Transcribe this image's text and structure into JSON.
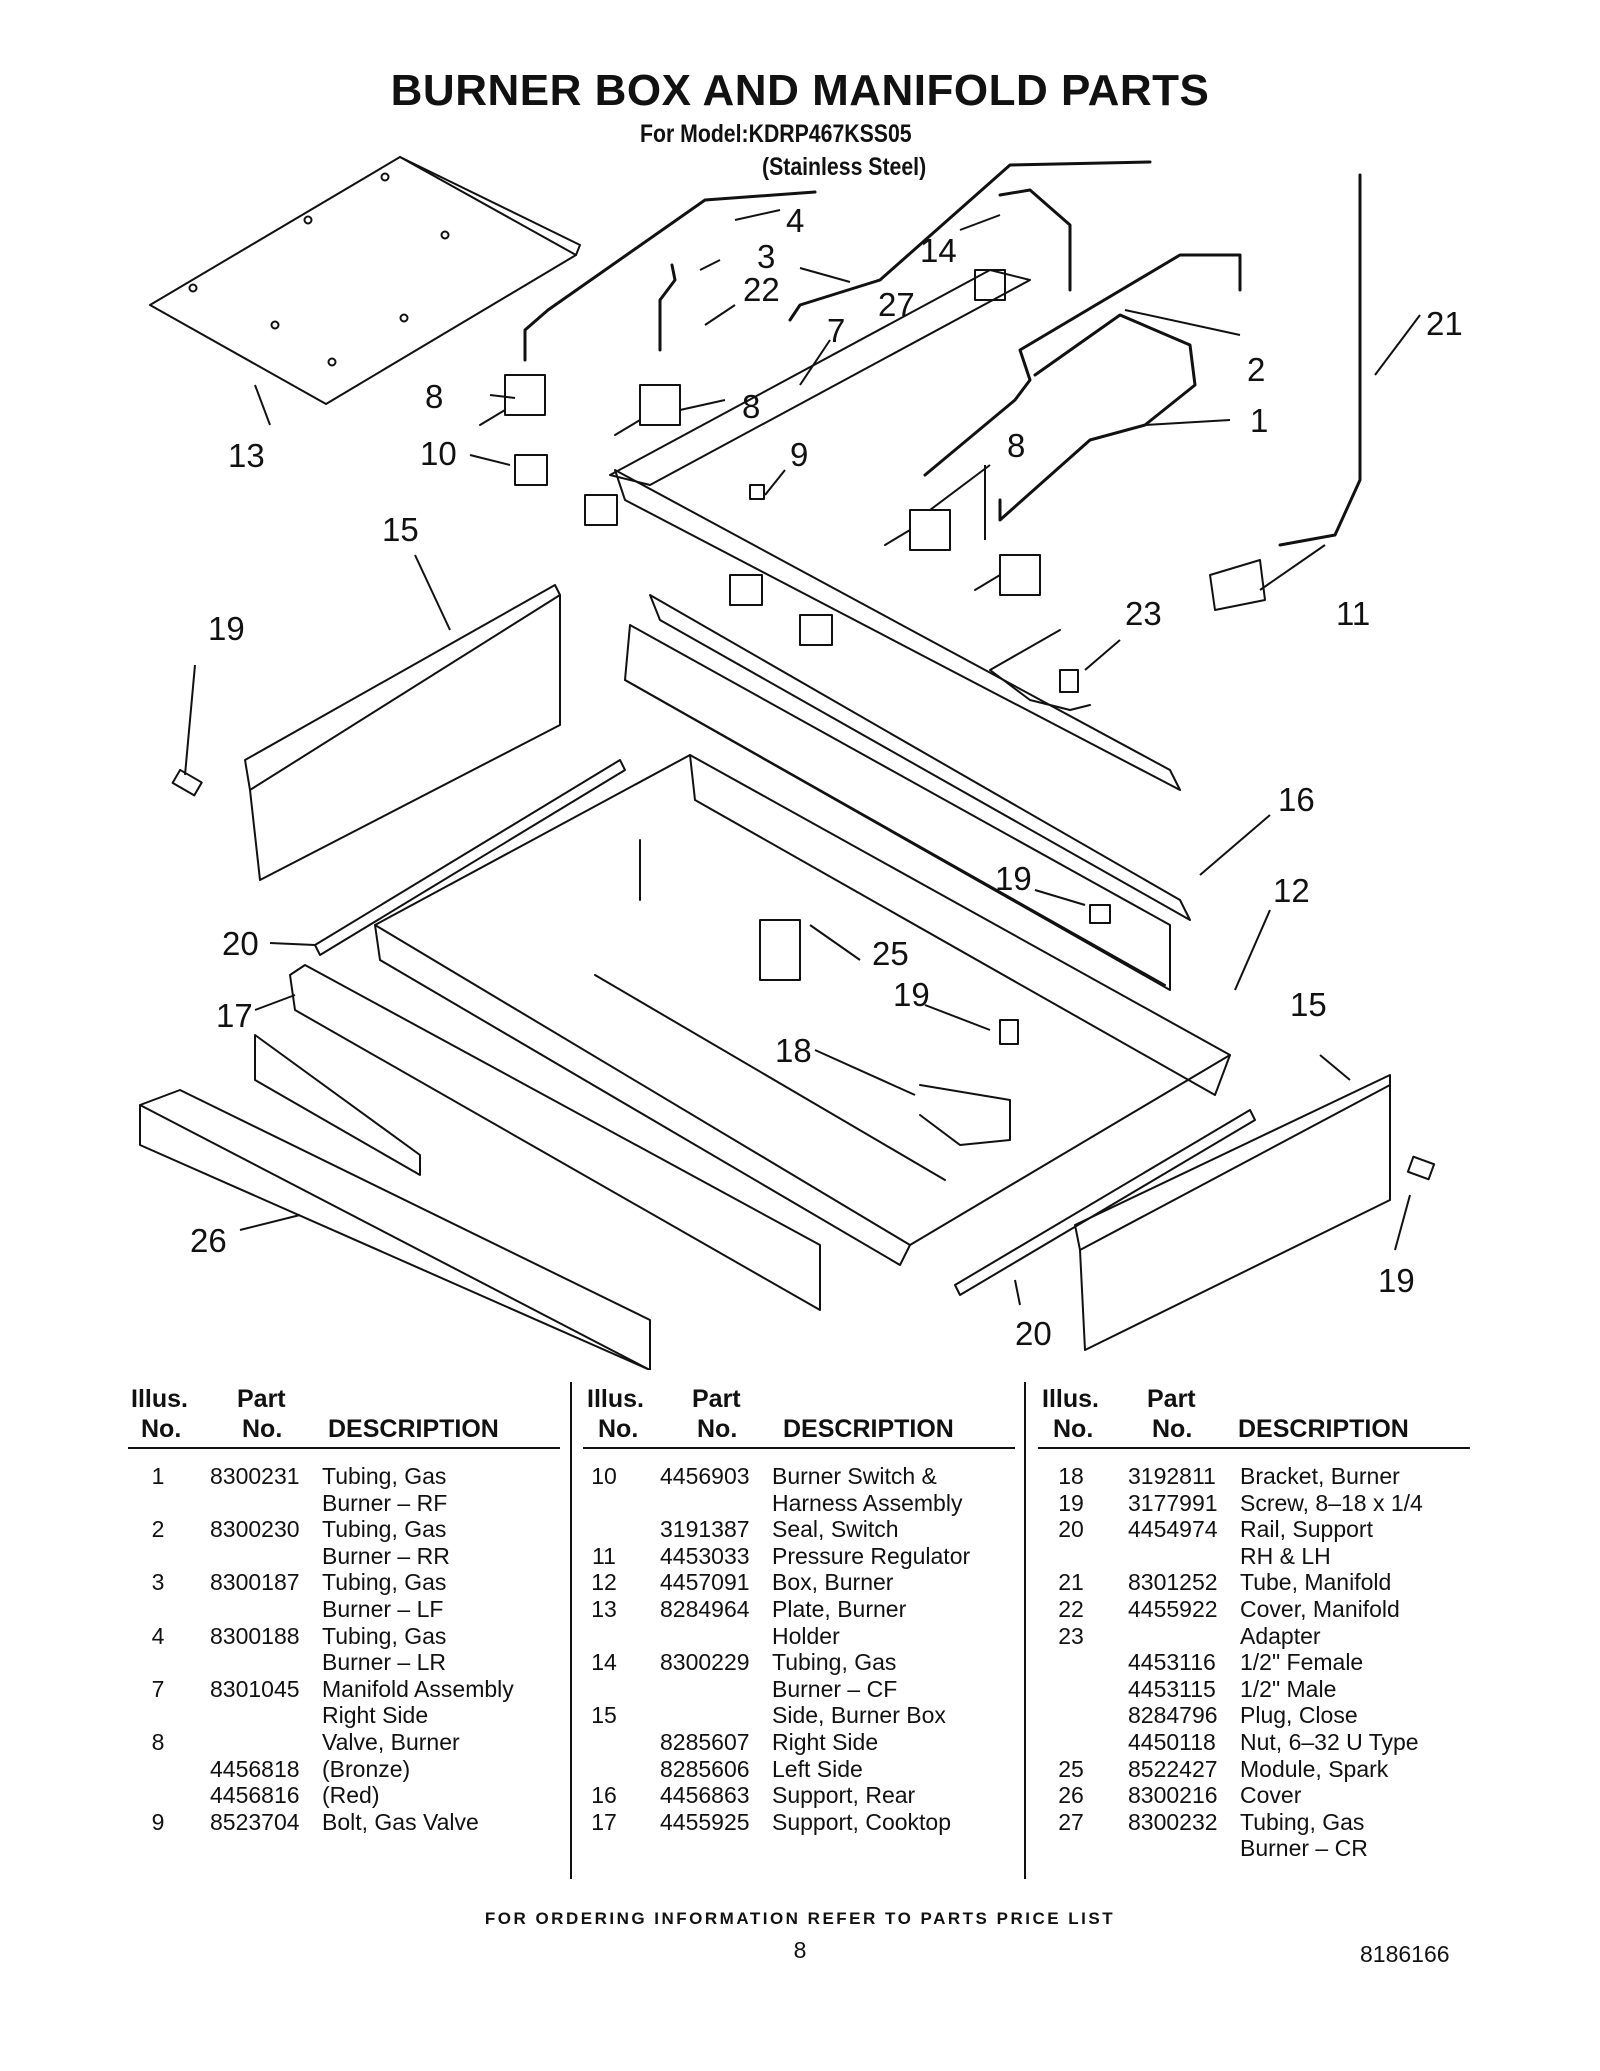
{
  "header": {
    "title": "BURNER BOX AND MANIFOLD PARTS",
    "model": "For Model:KDRP467KSS05",
    "finish": "(Stainless Steel)"
  },
  "diagram": {
    "callouts": [
      "4",
      "3",
      "22",
      "14",
      "27",
      "7",
      "21",
      "2",
      "8",
      "8",
      "1",
      "13",
      "10",
      "9",
      "8",
      "15",
      "23",
      "11",
      "19",
      "16",
      "19",
      "12",
      "20",
      "25",
      "17",
      "19",
      "15",
      "18",
      "26",
      "19",
      "20"
    ]
  },
  "table": {
    "headers": {
      "illus": "Illus.",
      "no": "No.",
      "part": "Part",
      "part_no": "No.",
      "description": "DESCRIPTION"
    },
    "columns": [
      [
        {
          "illus": "1",
          "part": "8300231",
          "desc": "Tubing, Gas"
        },
        {
          "illus": "",
          "part": "",
          "desc": "Burner – RF"
        },
        {
          "illus": "2",
          "part": "8300230",
          "desc": "Tubing, Gas"
        },
        {
          "illus": "",
          "part": "",
          "desc": "Burner – RR"
        },
        {
          "illus": "3",
          "part": "8300187",
          "desc": "Tubing, Gas"
        },
        {
          "illus": "",
          "part": "",
          "desc": "Burner – LF"
        },
        {
          "illus": "4",
          "part": "8300188",
          "desc": "Tubing, Gas"
        },
        {
          "illus": "",
          "part": "",
          "desc": "Burner – LR"
        },
        {
          "illus": "7",
          "part": "8301045",
          "desc": "Manifold Assembly"
        },
        {
          "illus": "",
          "part": "",
          "desc": "Right Side"
        },
        {
          "illus": "8",
          "part": "",
          "desc": "Valve, Burner"
        },
        {
          "illus": "",
          "part": "4456818",
          "desc": "(Bronze)"
        },
        {
          "illus": "",
          "part": "4456816",
          "desc": "(Red)"
        },
        {
          "illus": "9",
          "part": "8523704",
          "desc": "Bolt, Gas Valve"
        }
      ],
      [
        {
          "illus": "10",
          "part": "4456903",
          "desc": "Burner Switch &"
        },
        {
          "illus": "",
          "part": "",
          "desc": "Harness Assembly"
        },
        {
          "illus": "",
          "part": "3191387",
          "desc": "Seal, Switch"
        },
        {
          "illus": "11",
          "part": "4453033",
          "desc": "Pressure Regulator"
        },
        {
          "illus": "12",
          "part": "4457091",
          "desc": "Box, Burner"
        },
        {
          "illus": "13",
          "part": "8284964",
          "desc": "Plate, Burner"
        },
        {
          "illus": "",
          "part": "",
          "desc": "Holder"
        },
        {
          "illus": "14",
          "part": "8300229",
          "desc": "Tubing, Gas"
        },
        {
          "illus": "",
          "part": "",
          "desc": "Burner – CF"
        },
        {
          "illus": "15",
          "part": "",
          "desc": "Side, Burner Box"
        },
        {
          "illus": "",
          "part": "8285607",
          "desc": "Right Side"
        },
        {
          "illus": "",
          "part": "8285606",
          "desc": "Left Side"
        },
        {
          "illus": "16",
          "part": "4456863",
          "desc": "Support, Rear"
        },
        {
          "illus": "17",
          "part": "4455925",
          "desc": "Support, Cooktop"
        }
      ],
      [
        {
          "illus": "18",
          "part": "3192811",
          "desc": "Bracket, Burner"
        },
        {
          "illus": "19",
          "part": "3177991",
          "desc": "Screw, 8–18 x 1/4"
        },
        {
          "illus": "20",
          "part": "4454974",
          "desc": "Rail, Support"
        },
        {
          "illus": "",
          "part": "",
          "desc": "RH & LH"
        },
        {
          "illus": "21",
          "part": "8301252",
          "desc": "Tube, Manifold"
        },
        {
          "illus": "22",
          "part": "4455922",
          "desc": "Cover, Manifold"
        },
        {
          "illus": "23",
          "part": "",
          "desc": "Adapter"
        },
        {
          "illus": "",
          "part": "4453116",
          "desc": "1/2\" Female"
        },
        {
          "illus": "",
          "part": "4453115",
          "desc": "1/2\" Male"
        },
        {
          "illus": "",
          "part": "8284796",
          "desc": "Plug, Close"
        },
        {
          "illus": "",
          "part": "4450118",
          "desc": "Nut, 6–32 U Type"
        },
        {
          "illus": "25",
          "part": "8522427",
          "desc": "Module, Spark"
        },
        {
          "illus": "26",
          "part": "8300216",
          "desc": "Cover"
        },
        {
          "illus": "27",
          "part": "8300232",
          "desc": "Tubing, Gas"
        },
        {
          "illus": "",
          "part": "",
          "desc": "Burner – CR"
        }
      ]
    ]
  },
  "footer": {
    "ordering": "FOR ORDERING INFORMATION REFER TO PARTS PRICE LIST",
    "page": "8",
    "doc_number": "8186166"
  }
}
